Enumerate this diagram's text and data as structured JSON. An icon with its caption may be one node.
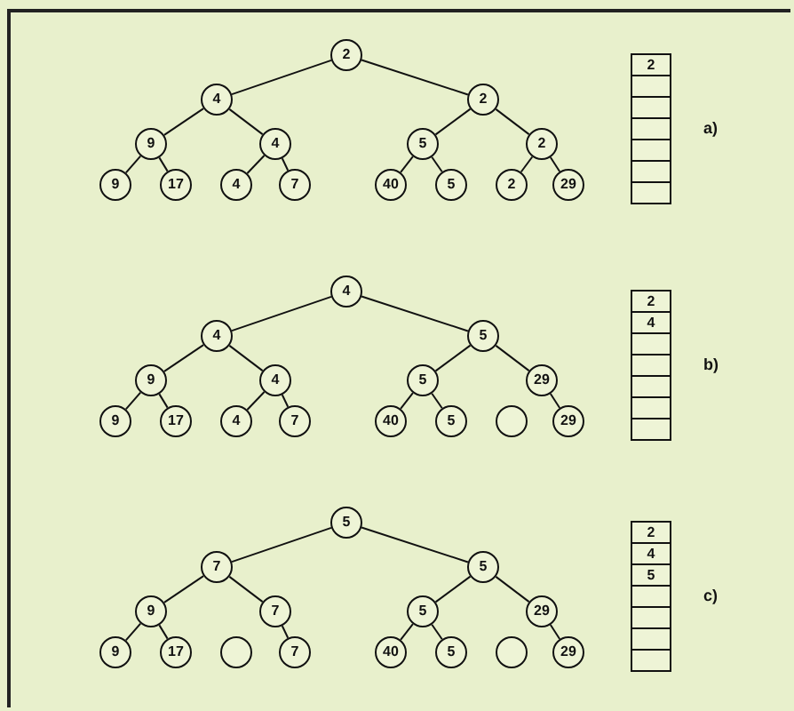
{
  "diagram": {
    "nodes": [
      {
        "text": [
          "2"
        ]
      },
      {
        "text": [
          "4"
        ]
      },
      {
        "text": [
          "2"
        ]
      },
      {
        "text": [
          "9"
        ]
      },
      {
        "text": [
          "4"
        ]
      },
      {
        "text": [
          "5"
        ]
      },
      {
        "text": [
          "2"
        ]
      },
      {
        "text": [
          "9"
        ]
      },
      {
        "text": [
          "17"
        ]
      },
      {
        "text": [
          "4"
        ]
      },
      {
        "text": [
          "7"
        ]
      },
      {
        "text": [
          "40"
        ]
      },
      {
        "text": [
          "5"
        ]
      },
      {
        "text": [
          "2"
        ]
      },
      {
        "text": [
          "29"
        ]
      },
      {
        "text": [
          "2"
        ]
      },
      {
        "text": [],
        "shape": "box"
      },
      {
        "text": [],
        "shape": "box"
      },
      {
        "text": [],
        "shape": "box"
      },
      {
        "text": [],
        "shape": "box"
      },
      {
        "text": [],
        "shape": "box"
      },
      {
        "text": [],
        "shape": "box"
      },
      {
        "text": [
          "4"
        ]
      },
      {
        "text": [
          "4"
        ]
      },
      {
        "text": [
          "5"
        ]
      },
      {
        "text": [
          "9"
        ]
      },
      {
        "text": [
          "4"
        ]
      },
      {
        "text": [
          "5"
        ]
      },
      {
        "text": [
          "29"
        ]
      },
      {
        "text": [
          "9"
        ]
      },
      {
        "text": [
          "17"
        ]
      },
      {
        "text": [
          "4"
        ]
      },
      {
        "text": [
          "7"
        ]
      },
      {
        "text": [
          "40"
        ]
      },
      {
        "text": [
          "5"
        ]
      },
      {
        "text": [],
        "shape": "circle"
      },
      {
        "text": [
          "29"
        ]
      },
      {
        "text": [
          "2"
        ]
      },
      {
        "text": [
          "4"
        ]
      },
      {
        "text": [],
        "shape": "box"
      },
      {
        "text": [],
        "shape": "box"
      },
      {
        "text": [],
        "shape": "box"
      },
      {
        "text": [],
        "shape": "box"
      },
      {
        "text": [],
        "shape": "box"
      },
      {
        "text": [
          "5"
        ]
      },
      {
        "text": [
          "7"
        ]
      },
      {
        "text": [
          "5"
        ]
      },
      {
        "text": [
          "9"
        ]
      },
      {
        "text": [
          "7"
        ]
      },
      {
        "text": [
          "5"
        ]
      },
      {
        "text": [
          "29"
        ]
      },
      {
        "text": [
          "9"
        ]
      },
      {
        "text": [
          "17"
        ]
      },
      {
        "text": [],
        "shape": "circle"
      },
      {
        "text": [
          "7"
        ]
      },
      {
        "text": [
          "40"
        ]
      },
      {
        "text": [
          "5"
        ]
      },
      {
        "text": [],
        "shape": "circle"
      },
      {
        "text": [
          "29"
        ]
      },
      {
        "text": [
          "2"
        ]
      },
      {
        "text": [
          "4"
        ]
      },
      {
        "text": [
          "5"
        ]
      },
      {
        "text": [],
        "shape": "box"
      },
      {
        "text": [],
        "shape": "box"
      },
      {
        "text": [],
        "shape": "box"
      },
      {
        "text": [],
        "shape": "box"
      }
    ],
    "edges": [
      {
        "from": 0,
        "to": 1,
        "arrow": "none"
      },
      {
        "from": 0,
        "to": 2,
        "arrow": "none"
      },
      {
        "from": 1,
        "to": 3,
        "arrow": "none"
      },
      {
        "from": 1,
        "to": 4,
        "arrow": "none"
      },
      {
        "from": 2,
        "to": 5,
        "arrow": "none"
      },
      {
        "from": 2,
        "to": 6,
        "arrow": "none"
      },
      {
        "from": 3,
        "to": 7,
        "arrow": "none"
      },
      {
        "from": 3,
        "to": 8,
        "arrow": "none"
      },
      {
        "from": 4,
        "to": 9,
        "arrow": "none"
      },
      {
        "from": 4,
        "to": 10,
        "arrow": "none"
      },
      {
        "from": 5,
        "to": 11,
        "arrow": "none"
      },
      {
        "from": 5,
        "to": 12,
        "arrow": "none"
      },
      {
        "from": 6,
        "to": 13,
        "arrow": "none"
      },
      {
        "from": 6,
        "to": 14,
        "arrow": "none"
      },
      {
        "from": 22,
        "to": 23,
        "arrow": "none"
      },
      {
        "from": 22,
        "to": 24,
        "arrow": "none"
      },
      {
        "from": 23,
        "to": 25,
        "arrow": "none"
      },
      {
        "from": 23,
        "to": 26,
        "arrow": "none"
      },
      {
        "from": 24,
        "to": 27,
        "arrow": "none"
      },
      {
        "from": 24,
        "to": 28,
        "arrow": "none"
      },
      {
        "from": 25,
        "to": 29,
        "arrow": "none"
      },
      {
        "from": 25,
        "to": 30,
        "arrow": "none"
      },
      {
        "from": 26,
        "to": 31,
        "arrow": "none"
      },
      {
        "from": 26,
        "to": 32,
        "arrow": "none"
      },
      {
        "from": 27,
        "to": 33,
        "arrow": "none"
      },
      {
        "from": 27,
        "to": 34,
        "arrow": "none"
      },
      {
        "from": 28,
        "to": 36,
        "arrow": "none"
      },
      {
        "from": 44,
        "to": 45,
        "arrow": "none"
      },
      {
        "from": 44,
        "to": 46,
        "arrow": "none"
      },
      {
        "from": 45,
        "to": 47,
        "arrow": "none"
      },
      {
        "from": 45,
        "to": 48,
        "arrow": "none"
      },
      {
        "from": 46,
        "to": 49,
        "arrow": "none"
      },
      {
        "from": 46,
        "to": 50,
        "arrow": "none"
      },
      {
        "from": 47,
        "to": 51,
        "arrow": "none"
      },
      {
        "from": 47,
        "to": 52,
        "arrow": "none"
      },
      {
        "from": 48,
        "to": 54,
        "arrow": "none"
      },
      {
        "from": 49,
        "to": 55,
        "arrow": "none"
      },
      {
        "from": 49,
        "to": 56,
        "arrow": "none"
      },
      {
        "from": 50,
        "to": 58,
        "arrow": "none"
      }
    ],
    "labels": [
      "a)",
      "b)",
      "c)"
    ]
  }
}
